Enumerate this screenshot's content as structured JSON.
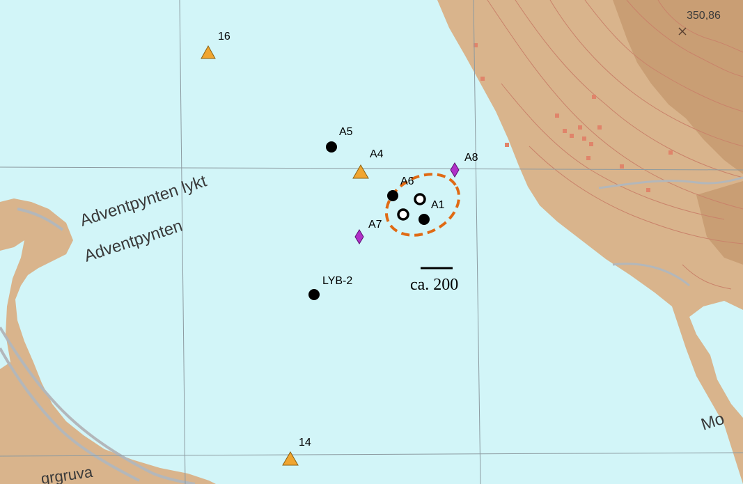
{
  "map": {
    "colors": {
      "water": "#d2f5f8",
      "land": "#d9b48c",
      "land_dark": "#c99e74",
      "contour": "#c9826a",
      "road": "#b3b7ba",
      "grid": "#8c9aa0",
      "triangle": "#f0a530",
      "diamond": "#b030c8",
      "ellipse": "#e06a14"
    },
    "place_labels": {
      "lighthouse": "Adventpynten lykt",
      "point": "Adventpynten",
      "mine": "grgruva",
      "mo": "Mo"
    },
    "elevation": "350,86",
    "scale_label": "ca. 200",
    "stations": [
      {
        "id": "16",
        "type": "triangle"
      },
      {
        "id": "A5",
        "type": "dot"
      },
      {
        "id": "A4",
        "type": "triangle"
      },
      {
        "id": "A8",
        "type": "diamond"
      },
      {
        "id": "A6",
        "type": "dot"
      },
      {
        "id": "A1",
        "type": "dot"
      },
      {
        "id": "A7",
        "type": "diamond"
      },
      {
        "id": "LYB-2",
        "type": "dot"
      },
      {
        "id": "14",
        "type": "triangle"
      }
    ],
    "icons": [
      "triangle-marker-icon",
      "dot-marker-icon",
      "diamond-marker-icon",
      "ring-marker-icon",
      "cross-marker-icon"
    ]
  }
}
